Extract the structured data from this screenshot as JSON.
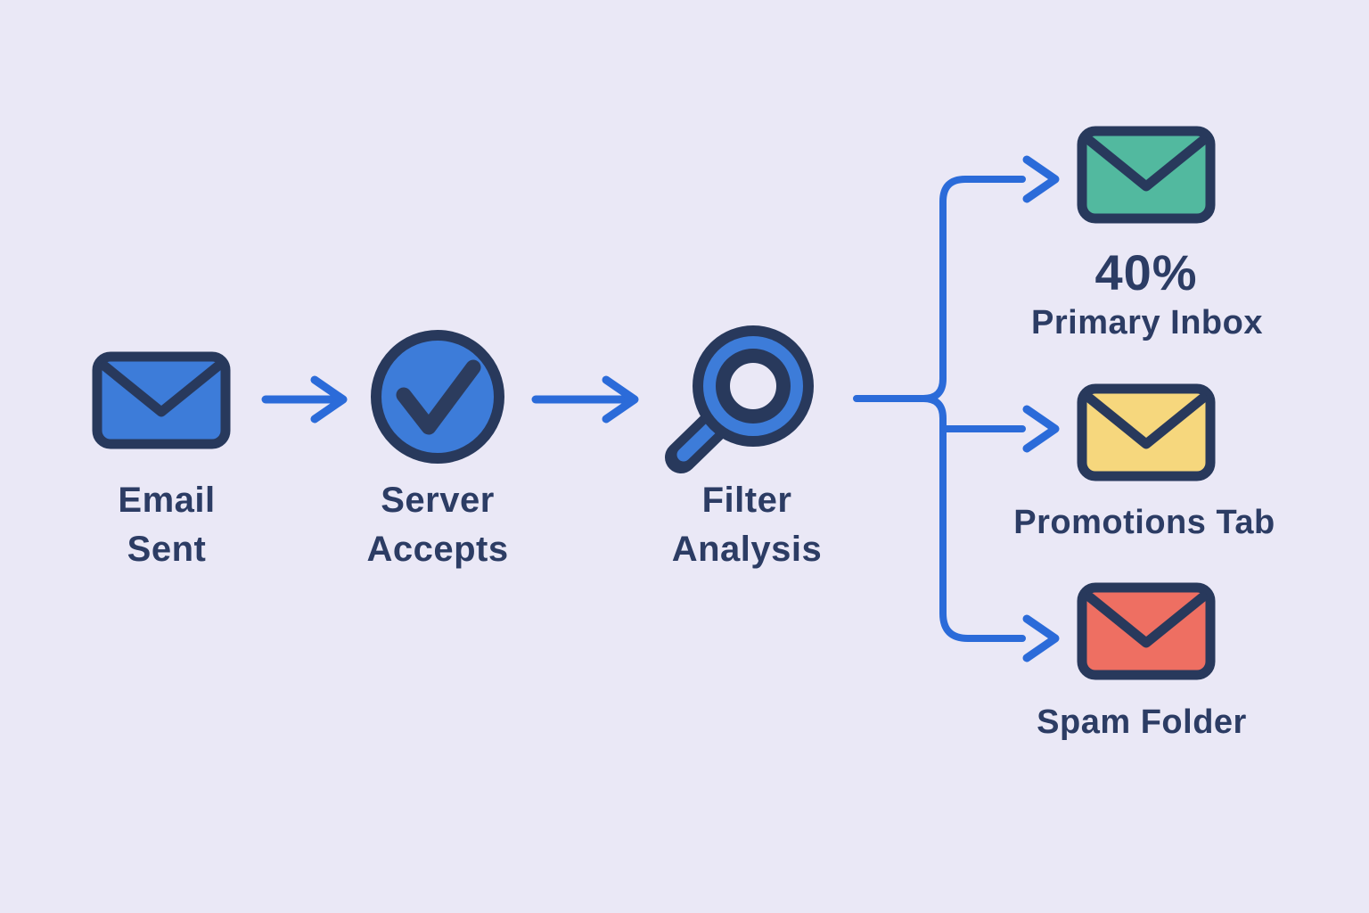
{
  "title_hidden": "",
  "colors": {
    "background": "#eae8f6",
    "outline_navy": "#28395c",
    "text_navy": "#2c3c64",
    "icon_blue": "#3d7cd9",
    "arrow_blue": "#2b6bd9",
    "primary_inbox_green": "#52b99f",
    "promotions_yellow": "#f6d77d",
    "spam_red": "#ee6f62"
  },
  "stages": [
    {
      "id": "email-sent",
      "label": "Email\nSent",
      "icon": "envelope-icon"
    },
    {
      "id": "server-accepts",
      "label": "Server\nAccepts",
      "icon": "check-circle-icon"
    },
    {
      "id": "filter-analysis",
      "label": "Filter\nAnalysis",
      "icon": "magnifier-icon"
    }
  ],
  "outcomes": [
    {
      "id": "primary-inbox",
      "stat": "40%",
      "label": "Primary Inbox",
      "icon": "envelope-icon",
      "color": "#52b99f"
    },
    {
      "id": "promotions-tab",
      "label": "Promotions Tab",
      "icon": "envelope-icon",
      "color": "#f6d77d"
    },
    {
      "id": "spam-folder",
      "label": "Spam Folder",
      "icon": "envelope-icon",
      "color": "#ee6f62"
    }
  ]
}
